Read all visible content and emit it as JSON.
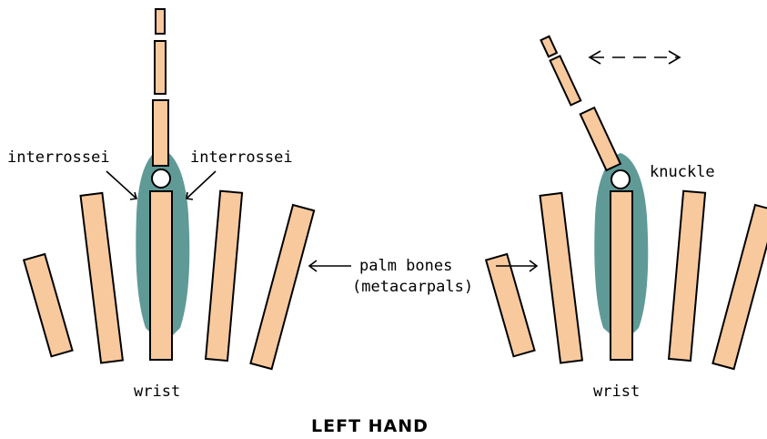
{
  "title": "LEFT HAND",
  "labels": {
    "interrossei_left": "interrossei",
    "interrossei_right": "interrossei",
    "knuckle": "knuckle",
    "palm_bones": "palm bones",
    "metacarpals": "(metacarpals)",
    "wrist_left": "wrist",
    "wrist_right": "wrist"
  },
  "colors": {
    "bone": "#f7c99d",
    "interrossei_muscle": "#5f9a97",
    "outline": "#000000"
  }
}
